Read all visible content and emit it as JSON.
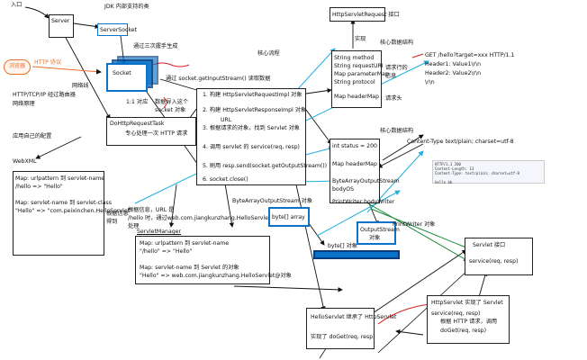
{
  "labels": {
    "entry": "入口",
    "jdk_note": "JDK 内部支持的类",
    "server": "Server",
    "server_socket": "ServerSocket",
    "create_socket": "通过三次握手生成",
    "socket": "Socket",
    "browser": "浏览器",
    "http_proto": "HTTP 协议",
    "tcp_ip": "HTTP/TCP/IP 经过路由器",
    "network": "网络原理",
    "network_line": "网络线",
    "one_to_one": "1:1 对应",
    "data_import": "数据导入这个",
    "socket_obj": "socket 对象",
    "get_input": "通过 socket.getInputStream() 读取数据",
    "core_flow": "核心流程",
    "do_http_task": "DoHttpRequestTask",
    "task_desc": "专心处理一次 HTTP 请求",
    "app_config": "应用自己的配置",
    "webxml": "WebXML",
    "map_url": "Map: urlpattern 到 servlet-name",
    "map_url_ex": "/hello => \"Hello\"",
    "map_class": "Map: servlet-name 到 servlet-class",
    "map_class_ex": "\"Hello\" => \"com.peixinchen.HelloServlet\"",
    "by_info": "根据信息",
    "get": "得到",
    "step1": "1. 构建 HttpServletRequestImpl 对象",
    "step2": "2. 构建 HttpServletResponseImpl 对象",
    "step3": "3. 根据请求的对象，找到 Servlet 对象",
    "url": "URL",
    "step4": "4. 调用 servlet 的 service(req, resp)",
    "step5": "5. 刷用 resp.send(socket.getOutputStream())",
    "step6": "6. socket.close()",
    "lookup_desc1": "根据信息，URL 是",
    "lookup_desc2": "/hello 时，通过web.com.jiangkunzhang.HelloServlet@对象",
    "process": "处理",
    "servlet_manager": "ServletManager",
    "sm_map1": "Map:  urlpattern 到 servlet-name",
    "sm_map1_ex": "\"/hello\" => \"Hello\"",
    "sm_map2": "Map:   servlet-name 到 Servlet 的对象",
    "sm_map2_ex": "\"Hello\" => web.com.jiangkunzhang.HelloServlet@对象",
    "req_interface": "HttpServletRequest 接口",
    "implement": "实现",
    "core_ds": "核心数据结构",
    "req_method": "String method",
    "req_uri": "String requestURI",
    "req_param": "Map parameterMap",
    "req_protocol": "String protocol",
    "req_header": "Map headerMap",
    "req_line": "请求行的",
    "req_info": "信息",
    "req_head": "请求头",
    "http_get": "GET /hello?target=xxx HTTP/1.1",
    "header1": "Header1: Value1\\r\\n",
    "header2": "Header2: Value2\\r\\n",
    "crlf": "\\r\\n",
    "core_ds2": "核心数据结构",
    "resp_status": "int status = 200",
    "resp_header": "Map headerMap",
    "resp_bos": "ByteArrayOutputStream",
    "resp_body": "bodyOS",
    "resp_pw": "PrintWriter bodyWriter",
    "content_type": "Content-Type   text/plain; charset=utf-8",
    "bytes": "byte[] array",
    "baos": "ByteArrayOutputStream 对象",
    "output_stream": "OutputStream",
    "object": "对象",
    "print_writer": "PrintWriter 对象",
    "byte_obj": "byte[] 对象",
    "servlet_iface": "Servlet 接口",
    "service": "service(req, resp)",
    "http_servlet": "HttpServlet 实现了 Servlet",
    "http_service": "service(req, resp)",
    "by_method": "根据 HTTP 请求，调用",
    "do_get": "doGet(req, resp)",
    "hello_servlet": "HelloServlet  继承了 HttpServlet",
    "impl_doget": "实现了 doGet(req, resp)",
    "screenshot_text": "HTTP/1.1 200\nContent-Length: 13\nContent-Type: text/plain; charset=utf-8\n\nhello bb"
  },
  "colors": {
    "blue_box": "#0a73c9",
    "blue_line": "#1fb0e0",
    "red": "#d42020",
    "green": "#1c8a3a",
    "orange": "#e8702a"
  }
}
